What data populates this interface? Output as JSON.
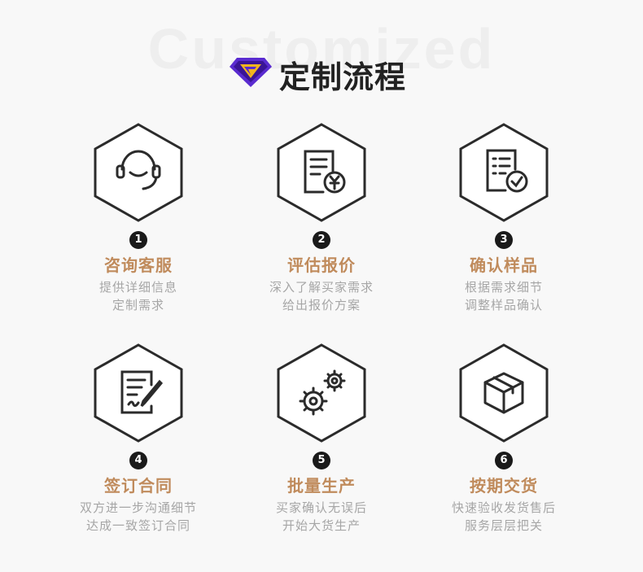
{
  "header": {
    "watermark": "Customized",
    "title": "定制流程",
    "logo_icon": "superman-shield-logo"
  },
  "colors": {
    "accent": "#c08b5c",
    "dark": "#1a1a1a",
    "muted": "#a6a6a6",
    "logo_purple": "#5a2bd0",
    "logo_gold": "#f2b51e"
  },
  "steps": [
    {
      "number": "1",
      "title": "咨询客服",
      "line1": "提供详细信息",
      "line2": "定制需求",
      "icon": "headset-icon"
    },
    {
      "number": "2",
      "title": "评估报价",
      "line1": "深入了解买家需求",
      "line2": "给出报价方案",
      "icon": "invoice-yuan-icon"
    },
    {
      "number": "3",
      "title": "确认样品",
      "line1": "根据需求细节",
      "line2": "调整样品确认",
      "icon": "checklist-icon"
    },
    {
      "number": "4",
      "title": "签订合同",
      "line1": "双方进一步沟通细节",
      "line2": "达成一致签订合同",
      "icon": "contract-sign-icon"
    },
    {
      "number": "5",
      "title": "批量生产",
      "line1": "买家确认无误后",
      "line2": "开始大货生产",
      "icon": "gears-icon"
    },
    {
      "number": "6",
      "title": "按期交货",
      "line1": "快速验收发货售后",
      "line2": "服务层层把关",
      "icon": "package-box-icon"
    }
  ]
}
